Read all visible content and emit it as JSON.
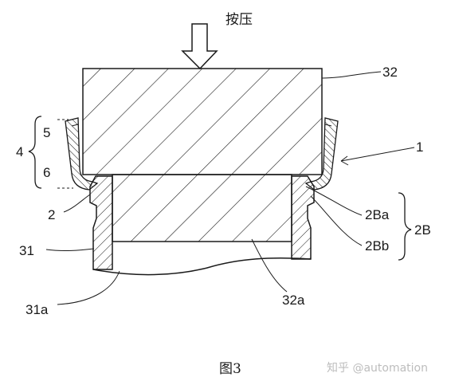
{
  "figure": {
    "press_label": "按压",
    "caption": "图3",
    "watermark": "知乎 @automation"
  },
  "labels": {
    "ref_32": "32",
    "ref_1": "1",
    "ref_4": "4",
    "ref_5": "5",
    "ref_6": "6",
    "ref_2": "2",
    "ref_31": "31",
    "ref_2Ba": "2Ba",
    "ref_2Bb": "2Bb",
    "ref_2B": "2B",
    "ref_32a": "32a",
    "ref_31a": "31a"
  },
  "colors": {
    "line": "#1a1a1a",
    "background": "#ffffff",
    "watermark": "#bdbdbd"
  }
}
